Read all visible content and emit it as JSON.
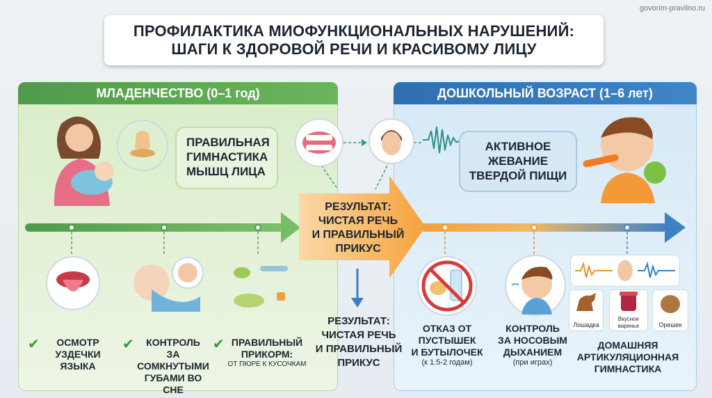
{
  "watermark": "govorim-pravilno.ru",
  "title": {
    "line1": "ПРОФИЛАКТИКА МИОФУНКЦИОНАЛЬНЫХ НАРУШЕНИЙ:",
    "line2": "ШАГИ К ЗДОРОВОЙ РЕЧИ И КРАСИВОМУ ЛИЦУ"
  },
  "infancy": {
    "header": "МЛАДЕНЧЕСТВО (0–1 год)",
    "bubble": [
      "ПРАВИЛЬНАЯ",
      "ГИМНАСТИКА",
      "МЫШЦ ЛИЦА"
    ],
    "items": [
      {
        "lines": [
          "ОСМОТР",
          "УЗДЕЧКИ",
          "ЯЗЫКА"
        ]
      },
      {
        "lines": [
          "КОНТРОЛЬ",
          "ЗА СОМКНУТЫМИ",
          "ГУБАМИ ВО СНЕ"
        ]
      },
      {
        "lines": [
          "ПРАВИЛЬНЫЙ",
          "ПРИКОРМ:"
        ],
        "sub": "ОТ ПЮРЕ К КУСОЧКАМ"
      }
    ]
  },
  "preschool": {
    "header": "ДОШКОЛЬНЫЙ ВОЗРАСТ (1–6 лет)",
    "bubble": [
      "АКТИВНОЕ",
      "ЖЕВАНИЕ",
      "ТВЕРДОЙ ПИЩИ"
    ],
    "items": [
      {
        "lines": [
          "ОТКАЗ ОТ",
          "ПУСТЫШЕК",
          "И БУТЫЛОЧЕК"
        ],
        "sub": "(к 1.5-2 годам)"
      },
      {
        "lines": [
          "КОНТРОЛЬ",
          "ЗА НОСОВЫМ",
          "ДЫХАНИЕМ"
        ],
        "sub": "(при играх)"
      },
      {
        "lines": [
          "ДОМАШНЯЯ",
          "АРТИКУЛЯЦИОННАЯ",
          "ГИМНАСТИКА"
        ]
      }
    ],
    "tiles": [
      "Лошадка",
      "Вкусное варенье",
      "Орешек"
    ]
  },
  "result_center": [
    "РЕЗУЛЬТАТ:",
    "ЧИСТАЯ РЕЧЬ",
    "И ПРАВИЛЬНЫЙ",
    "ПРИКУС"
  ],
  "result_bottom": [
    "РЕЗУЛЬТАТ:",
    "ЧИСТАЯ РЕЧЬ",
    "И ПРАВИЛЬНЫЙ",
    "ПРИКУС"
  ],
  "icons": [
    "mother-breastfeeding-icon",
    "pacifier-icon",
    "teeth-icon",
    "face-icon",
    "sound-wave-icon",
    "boy-eating-icon",
    "tongue-icon",
    "sleeping-baby-icon",
    "puree-spoons-icon",
    "no-pacifier-bottle-icon",
    "boy-breathing-icon",
    "ear-sound-icon",
    "horse-icon",
    "jam-jar-icon",
    "nut-icon",
    "checkmark-icon"
  ],
  "colors": {
    "green": "#5aa650",
    "blue": "#3a7fc0",
    "orange": "#f59a2a"
  }
}
